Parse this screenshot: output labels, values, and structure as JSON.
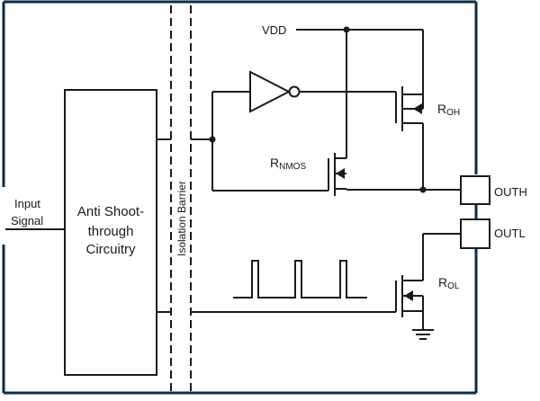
{
  "labels": {
    "input_line1": "Input",
    "input_line2": "Signal",
    "block_line1": "Anti Shoot-",
    "block_line2": "through",
    "block_line3": "Circuitry",
    "isolation": "Isolation Barrier",
    "vdd": "VDD",
    "roh_main": "R",
    "roh_sub": "OH",
    "rnmos_main": "R",
    "rnmos_sub": "NMOS",
    "rol_main": "R",
    "rol_sub": "OL",
    "outh": "OUTH",
    "outl": "OUTL"
  },
  "colors": {
    "frame": "#0d2a4a",
    "line": "#1a1a1a"
  }
}
